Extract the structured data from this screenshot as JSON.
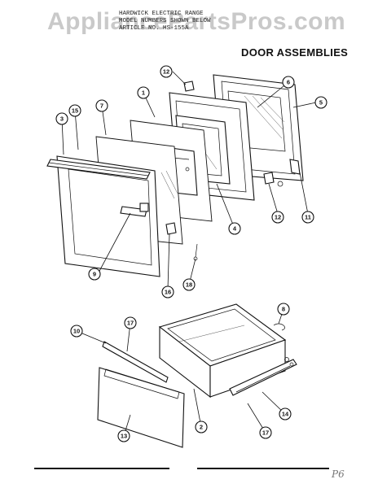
{
  "watermark": "AppliancePartsPros.com",
  "header_lines": [
    "HARDWICK ELECTRIC RANGE",
    "MODEL NUMBERS SHOWN BELOW",
    "ARTICLE NO. HS-155A"
  ],
  "title": "DOOR ASSEMBLIES",
  "handwritten_note": "P6",
  "callouts": [
    "1",
    "3",
    "4",
    "5",
    "6",
    "7",
    "8",
    "9",
    "10",
    "11",
    "12",
    "12",
    "13",
    "14",
    "15",
    "16",
    "17",
    "17",
    "18",
    "2"
  ]
}
